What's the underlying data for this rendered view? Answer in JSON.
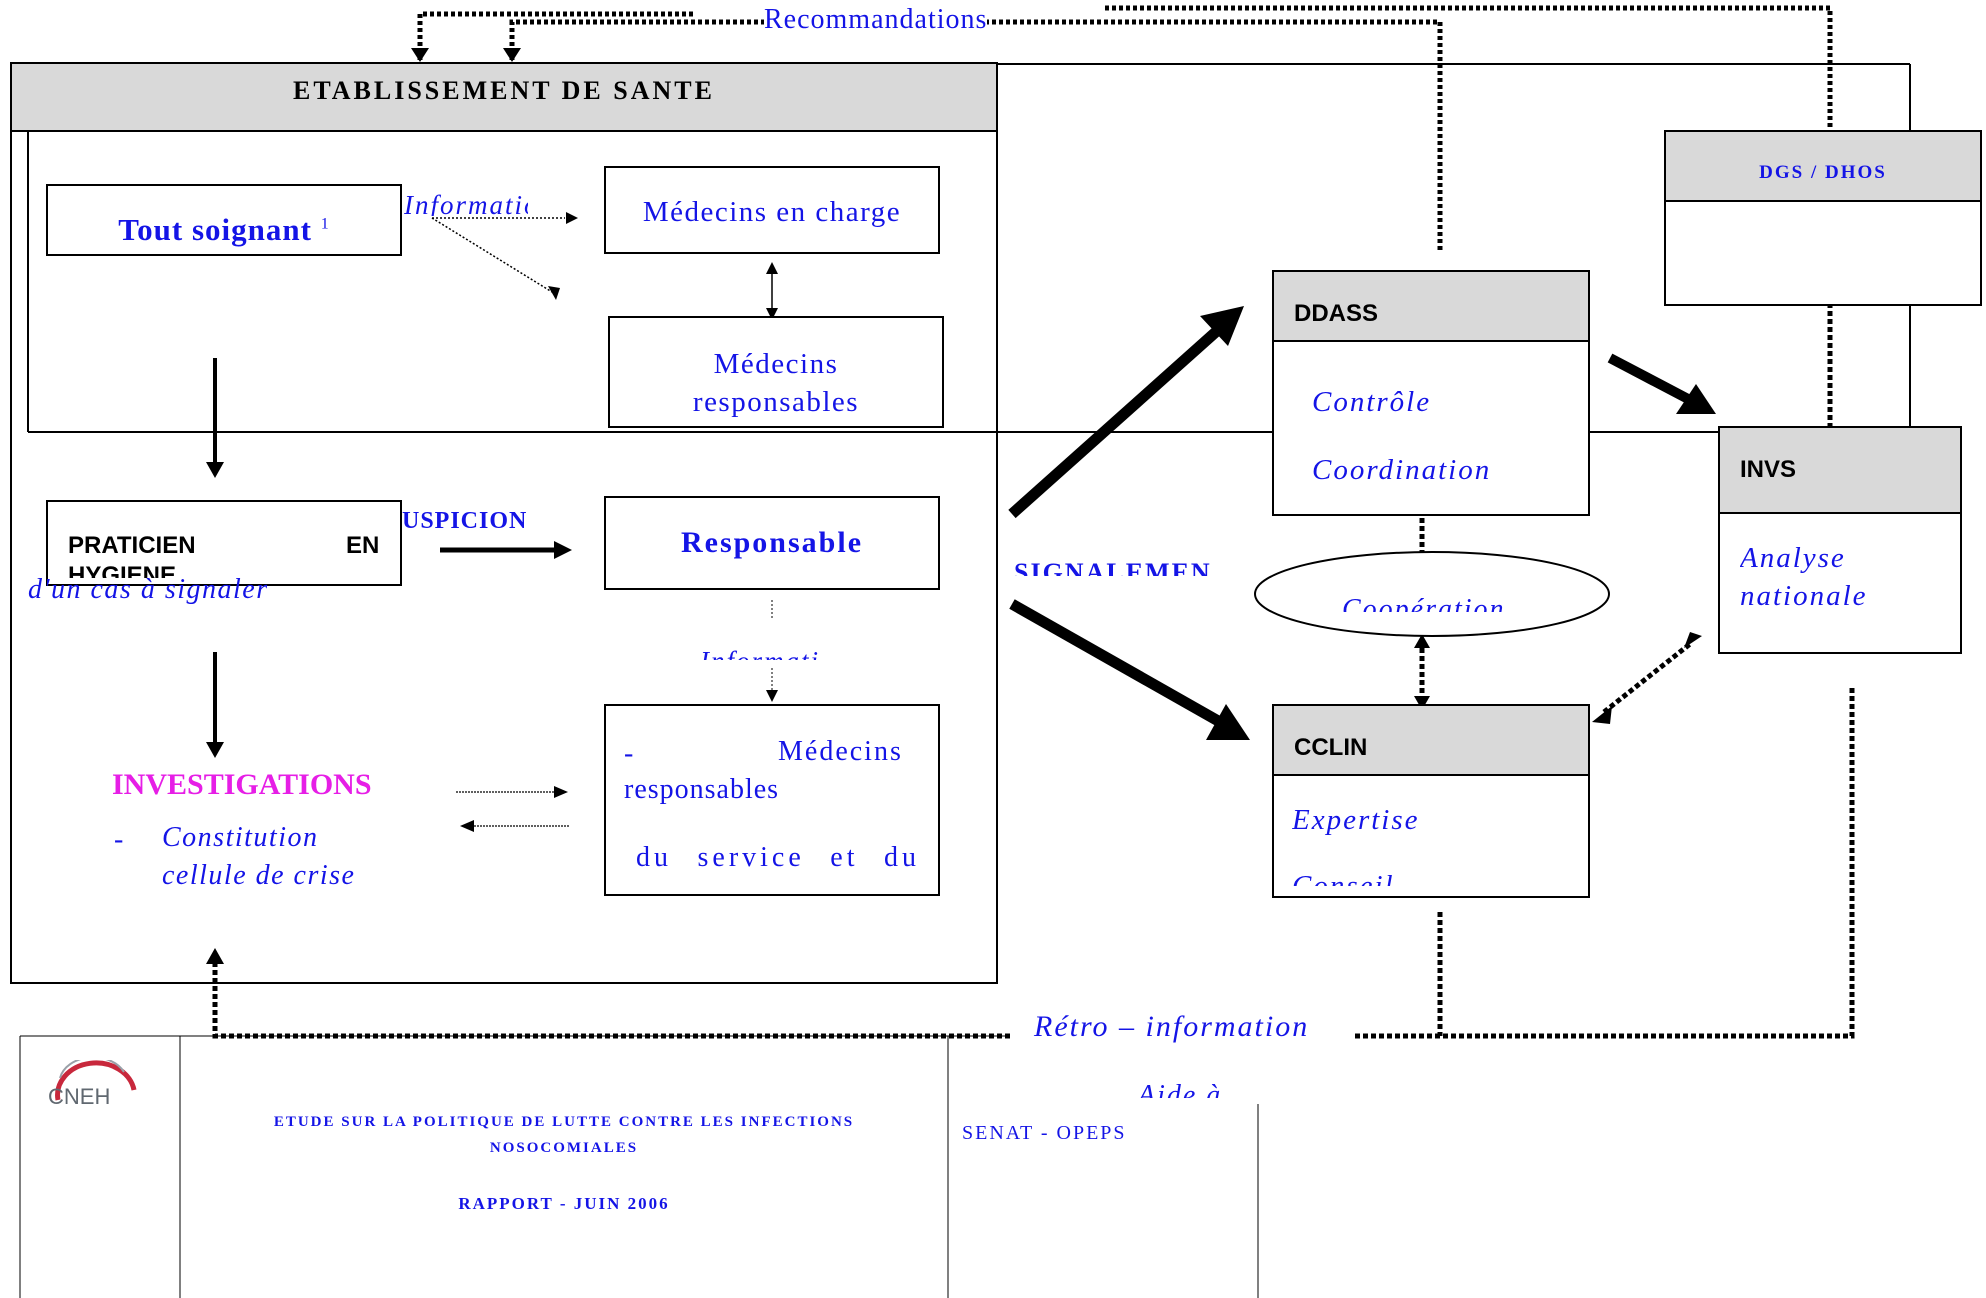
{
  "diagram": {
    "recommandations": "Recommandations",
    "etablissement_title": "ETABLISSEMENT DE SANTE",
    "tout_soignant": "Tout soignant",
    "tout_soignant_sup": "1",
    "information_top": "Informatio",
    "medecins_en_charge": "Médecins en charge",
    "medecins_responsables_1": "Médecins",
    "medecins_responsables_2": "responsables",
    "praticien_1": "PRATICIEN",
    "praticien_2": "EN",
    "praticien_3": "HYGIENE",
    "suspicion": "USPICION",
    "cas_a_signaler": "d'un cas à signaler",
    "responsable": "Responsable",
    "information_mid": "Informati",
    "investigations": "INVESTIGATIONS",
    "constitution_dash": "-",
    "constitution_1": "Constitution",
    "constitution_2": "cellule de crise",
    "med_resp_dash": "-",
    "med_resp_a": "Médecins",
    "med_resp_b": "responsables",
    "med_resp_c": "du service et du",
    "signalement": "SIGNALEMEN",
    "ddass_title": "DDASS",
    "ddass_controle": "Contrôle",
    "ddass_coordination": "Coordination",
    "cooperation": "Coopération",
    "cclin_title": "CCLIN",
    "cclin_expertise": "Expertise",
    "cclin_conseil": "Conseil",
    "dgs_title": "DGS / DHOS",
    "invs_title": "INVS",
    "invs_analyse": "Analyse",
    "invs_nationale": "nationale",
    "retro_information": "Rétro – information",
    "aide_a": "Aide à"
  },
  "footer": {
    "logo_text": "CNEH",
    "title_line1": "ETUDE SUR LA POLITIQUE DE LUTTE CONTRE LES INFECTIONS",
    "title_line2": "NOSOCOMIALES",
    "report": "RAPPORT - JUIN 2006",
    "client": "SENAT - OPEPS"
  },
  "colors": {
    "text_blue": "#1414e6",
    "investigations_magenta": "#e61ee6",
    "header_grey": "#d9d9d9"
  }
}
